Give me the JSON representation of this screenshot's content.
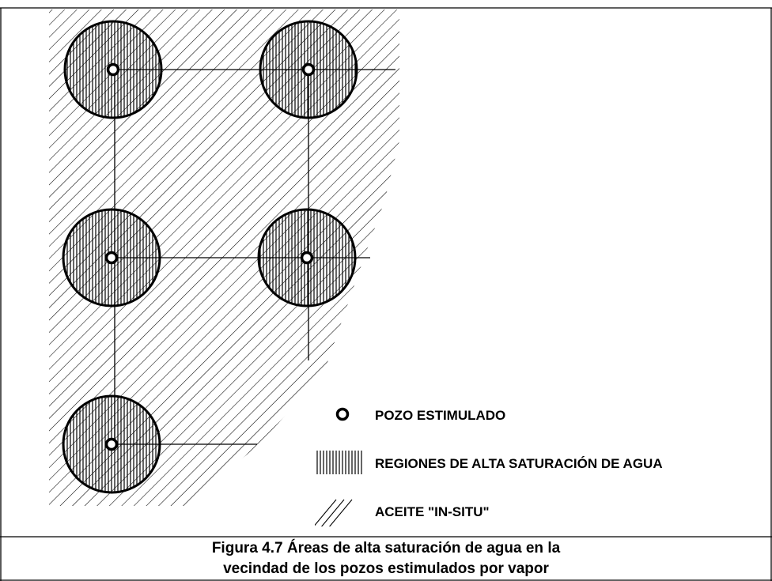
{
  "legend": {
    "items": [
      {
        "icon": "well-marker-icon",
        "label": "POZO ESTIMULADO"
      },
      {
        "icon": "vertical-hatch-icon",
        "label": "REGIONES DE ALTA SATURACIÓN DE AGUA"
      },
      {
        "icon": "diagonal-hatch-icon",
        "label": "ACEITE \"IN-SITU\""
      }
    ]
  },
  "caption": {
    "line1": "Figura 4.7 Áreas de alta saturación de agua en la",
    "line2": "vecindad de los pozos estimulados por vapor"
  },
  "colors": {
    "ink": "#000000",
    "background": "#ffffff"
  }
}
